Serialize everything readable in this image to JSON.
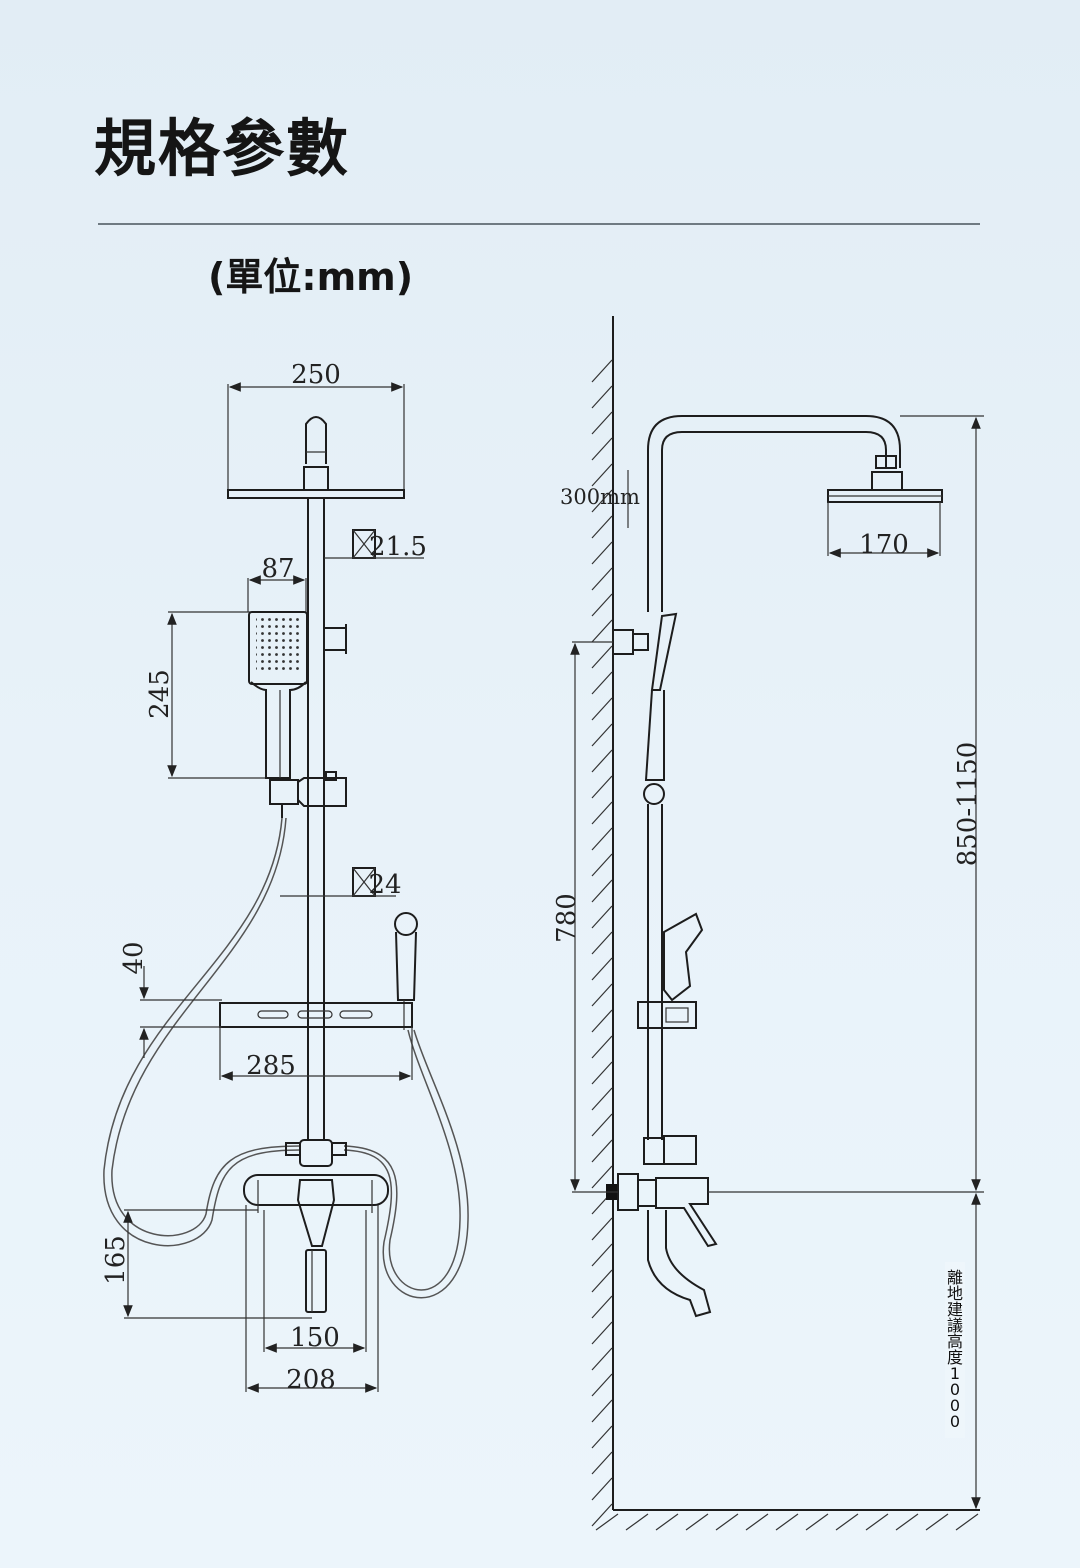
{
  "header": {
    "title": "規格參數",
    "unit": "(單位:mm)"
  },
  "front_view": {
    "dims": {
      "head_width": "250",
      "bar_diameter": "21.5",
      "hand_shower_width": "87",
      "hand_shower_length": "245",
      "lower_bar_diameter": "24",
      "shelf_height": "40",
      "shelf_width": "285",
      "mixer_height": "165",
      "inlet_spacing": "150",
      "mixer_width": "208"
    }
  },
  "side_view": {
    "dims": {
      "head_offset": "300mm",
      "head_depth": "170",
      "bar_length": "780",
      "height_range": "850-1150"
    },
    "floor_note_chars": [
      "離",
      "地",
      "建",
      "議",
      "高",
      "度",
      "1",
      "0",
      "0",
      "0"
    ]
  }
}
